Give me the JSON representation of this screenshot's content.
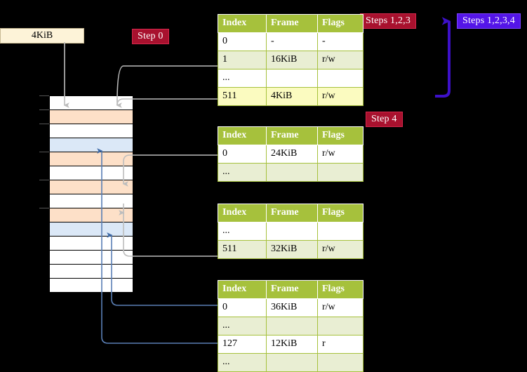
{
  "labels": {
    "frame_box": "4KiB",
    "step0": "Step 0",
    "steps123": "Steps 1,2,3",
    "steps1234": "Steps 1,2,3,4",
    "step4": "Step 4"
  },
  "colors": {
    "badge_red": "#a8112e",
    "badge_blue": "#5415e8",
    "table_header": "#a6c13c",
    "table_alt_row": "#e9eed3",
    "highlight": "#fbfbc0",
    "mem_orange": "#fde0c8",
    "mem_blue": "#dbe8f7",
    "frame_box": "#fdf3d8",
    "arrow_gray": "#b3b3b3",
    "arrow_blue": "#5a7fb5"
  },
  "tables": [
    {
      "name": "pml4-table",
      "columns": [
        "Index",
        "Frame",
        "Flags"
      ],
      "rows": [
        {
          "cells": [
            "0",
            "-",
            "-"
          ],
          "alt": false,
          "highlight": false
        },
        {
          "cells": [
            "1",
            "16KiB",
            "r/w"
          ],
          "alt": true,
          "highlight": false
        },
        {
          "cells": [
            "...",
            "",
            ""
          ],
          "alt": false,
          "highlight": false
        },
        {
          "cells": [
            "511",
            "4KiB",
            "r/w"
          ],
          "alt": true,
          "highlight": true
        }
      ]
    },
    {
      "name": "pdp-table",
      "columns": [
        "Index",
        "Frame",
        "Flags"
      ],
      "rows": [
        {
          "cells": [
            "0",
            "24KiB",
            "r/w"
          ],
          "alt": false,
          "highlight": false
        },
        {
          "cells": [
            "...",
            "",
            ""
          ],
          "alt": true,
          "highlight": false
        }
      ]
    },
    {
      "name": "pd-table",
      "columns": [
        "Index",
        "Frame",
        "Flags"
      ],
      "rows": [
        {
          "cells": [
            "...",
            "",
            ""
          ],
          "alt": false,
          "highlight": false
        },
        {
          "cells": [
            "511",
            "32KiB",
            "r/w"
          ],
          "alt": true,
          "highlight": false
        }
      ]
    },
    {
      "name": "pt-table",
      "columns": [
        "Index",
        "Frame",
        "Flags"
      ],
      "rows": [
        {
          "cells": [
            "0",
            "36KiB",
            "r/w"
          ],
          "alt": false,
          "highlight": false
        },
        {
          "cells": [
            "...",
            "",
            ""
          ],
          "alt": true,
          "highlight": false
        },
        {
          "cells": [
            "127",
            "12KiB",
            "r"
          ],
          "alt": false,
          "highlight": false
        },
        {
          "cells": [
            "...",
            "",
            ""
          ],
          "alt": true,
          "highlight": false
        }
      ]
    }
  ],
  "memory": {
    "name": "physical-memory-column",
    "rows": [
      {
        "fill": "white"
      },
      {
        "fill": "orange"
      },
      {
        "fill": "white"
      },
      {
        "fill": "blue"
      },
      {
        "fill": "orange"
      },
      {
        "fill": "white"
      },
      {
        "fill": "orange"
      },
      {
        "fill": "white"
      },
      {
        "fill": "orange"
      },
      {
        "fill": "blue"
      },
      {
        "fill": "white"
      },
      {
        "fill": "white"
      },
      {
        "fill": "white"
      },
      {
        "fill": "white"
      }
    ]
  }
}
